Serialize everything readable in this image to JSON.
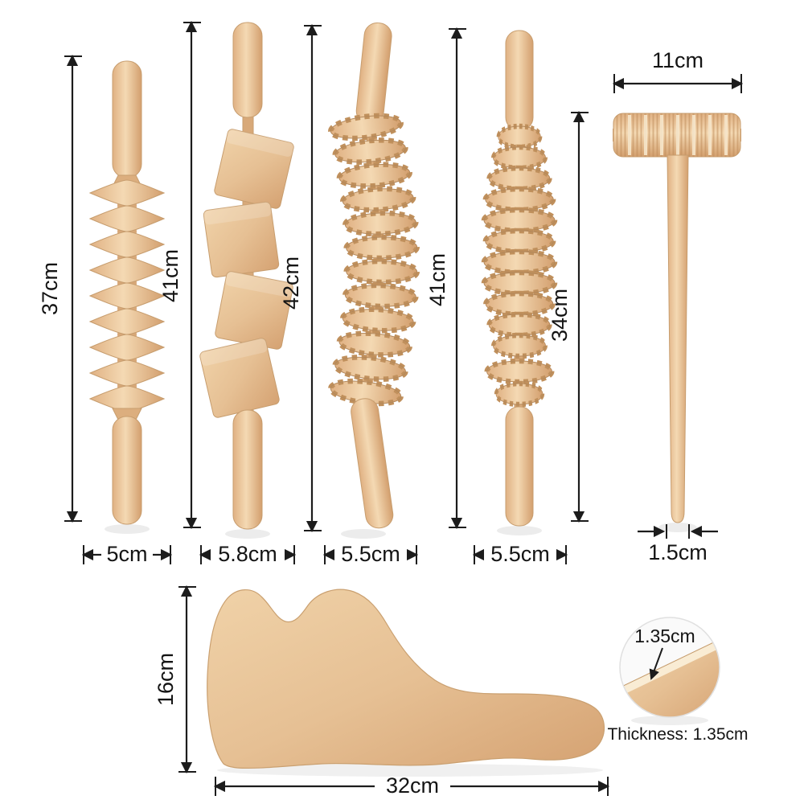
{
  "meta": {
    "background": "#ffffff",
    "dimension_color": "#1c1c1c",
    "wood_light": "#f4d9b3",
    "wood_mid": "#e8c192",
    "wood_dark": "#d9a877"
  },
  "tools": [
    {
      "name": "disc-massage-roller",
      "height_label": "37cm",
      "width_label": "5cm"
    },
    {
      "name": "cube-massage-roller",
      "height_label": "41cm",
      "width_label": "5.8cm"
    },
    {
      "name": "curved-gear-massage-roller",
      "height_label": "42cm",
      "width_label": "5.5cm"
    },
    {
      "name": "gear-massage-roller",
      "height_label": "41cm",
      "width_label": "5.5cm"
    },
    {
      "name": "t-bar-roller-hammer",
      "top_width_label": "11cm",
      "height_label": "34cm",
      "handle_width_label": "1.5cm"
    }
  ],
  "paddle": {
    "name": "gua-sha-board-paddle",
    "height_label": "16cm",
    "width_label": "32cm",
    "thickness_label": "1.35cm",
    "thickness_caption": "Thickness: 1.35cm"
  }
}
